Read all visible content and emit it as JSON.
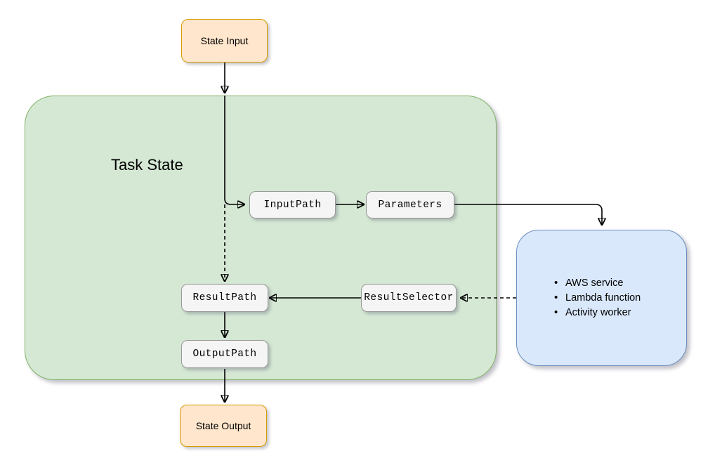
{
  "diagram": {
    "title": "Task State",
    "type": "flowchart",
    "colors": {
      "terminal_fill": "#ffe6cc",
      "terminal_stroke": "#d79b00",
      "group_fill": "#d5e8d4",
      "group_stroke": "#82b366",
      "service_fill": "#dae8fc",
      "service_stroke": "#6c8ebf",
      "field_fill": "#f5f5f5",
      "field_stroke": "#999999",
      "edge": "#000000"
    }
  },
  "nodes": {
    "state_input": "State Input",
    "state_output": "State Output",
    "input_path": "InputPath",
    "parameters": "Parameters",
    "result_selector": "ResultSelector",
    "result_path": "ResultPath",
    "output_path": "OutputPath"
  },
  "service_box": {
    "items": [
      "AWS service",
      "Lambda function",
      "Activity worker"
    ]
  },
  "edges": [
    {
      "from": "state_input",
      "to": "task_state",
      "style": "solid"
    },
    {
      "from": "task_state_entry",
      "to": "input_path",
      "style": "solid"
    },
    {
      "from": "input_path",
      "to": "parameters",
      "style": "solid"
    },
    {
      "from": "parameters",
      "to": "service_box",
      "style": "solid"
    },
    {
      "from": "task_state_entry",
      "to": "result_path",
      "style": "dashed"
    },
    {
      "from": "service_box",
      "to": "result_selector",
      "style": "dashed"
    },
    {
      "from": "result_selector",
      "to": "result_path",
      "style": "solid"
    },
    {
      "from": "result_path",
      "to": "output_path",
      "style": "solid"
    },
    {
      "from": "output_path",
      "to": "state_output",
      "style": "solid"
    }
  ]
}
